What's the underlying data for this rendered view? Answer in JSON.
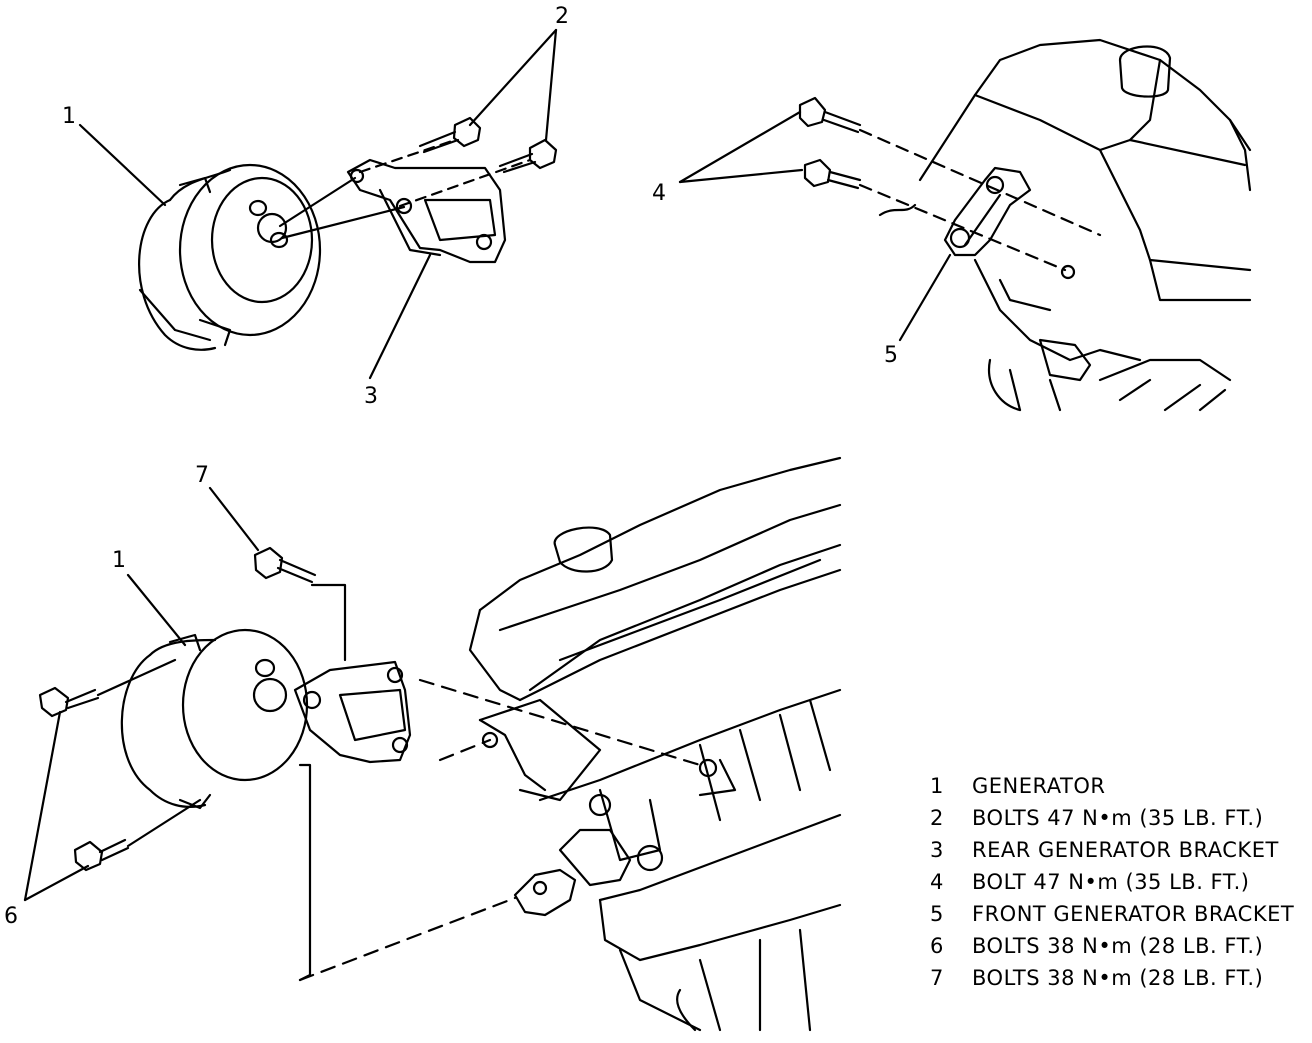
{
  "callouts": {
    "c1_top": "1",
    "c2": "2",
    "c3": "3",
    "c4": "4",
    "c5": "5",
    "c7": "7",
    "c1_bottom": "1",
    "c6": "6"
  },
  "legend": [
    {
      "num": "1",
      "text": "GENERATOR"
    },
    {
      "num": "2",
      "text": "BOLTS 47 N•m (35 LB. FT.)"
    },
    {
      "num": "3",
      "text": "REAR GENERATOR BRACKET"
    },
    {
      "num": "4",
      "text": "BOLT 47 N•m (35 LB. FT.)"
    },
    {
      "num": "5",
      "text": "FRONT GENERATOR BRACKET"
    },
    {
      "num": "6",
      "text": "BOLTS 38 N•m (28 LB. FT.)"
    },
    {
      "num": "7",
      "text": "BOLTS 38 N•m (28 LB. FT.)"
    }
  ]
}
